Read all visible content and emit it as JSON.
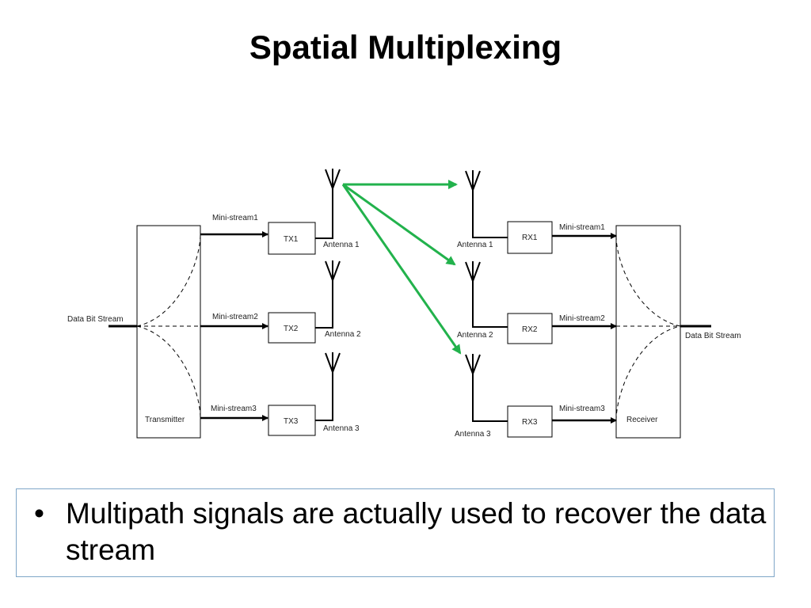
{
  "slide": {
    "title": "Spatial Multiplexing",
    "bullet": "Multipath signals are actually used to recover the data stream"
  },
  "diagram": {
    "input_label": "Data Bit Stream",
    "output_label": "Data Bit Stream",
    "transmitter_label": "Transmitter",
    "receiver_label": "Receiver",
    "tx": [
      {
        "stream": "Mini-stream1",
        "box": "TX1",
        "antenna": "Antenna 1"
      },
      {
        "stream": "Mini-stream2",
        "box": "TX2",
        "antenna": "Antenna 2"
      },
      {
        "stream": "Mini-stream3",
        "box": "TX3",
        "antenna": "Antenna 3"
      }
    ],
    "rx": [
      {
        "stream": "Mini-stream1",
        "box": "RX1",
        "antenna": "Antenna 1"
      },
      {
        "stream": "Mini-stream2",
        "box": "RX2",
        "antenna": "Antenna 2"
      },
      {
        "stream": "Mini-stream3",
        "box": "RX3",
        "antenna": "Antenna 3"
      }
    ],
    "colors": {
      "signal_path": "#22b24c",
      "line": "#000000"
    }
  }
}
